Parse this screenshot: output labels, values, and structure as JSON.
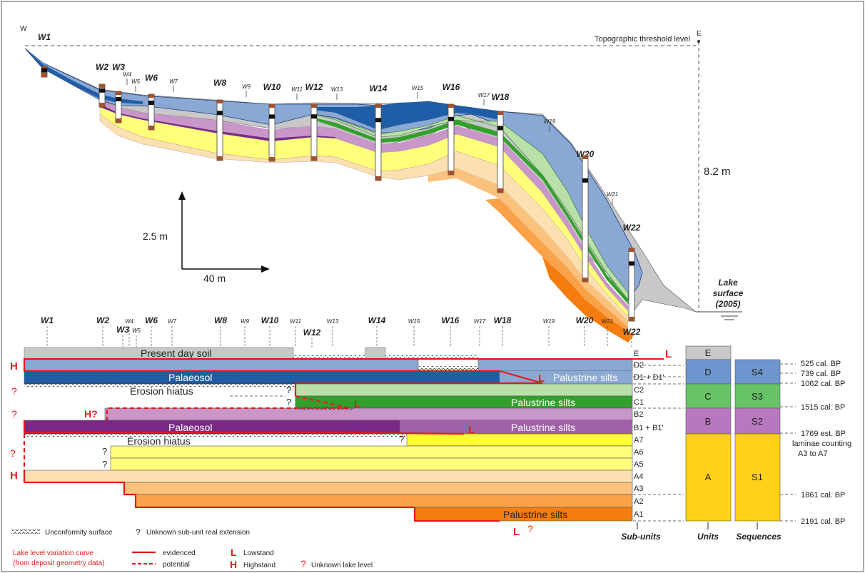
{
  "section": {
    "west_label": "W",
    "east_label": "E",
    "threshold_label": "Topographic threshold level",
    "height_label": "8.2 m",
    "scale_vertical": "2.5 m",
    "scale_horizontal": "40 m",
    "lake_label": [
      "Lake",
      "surface",
      "(2005)"
    ],
    "well_labels": [
      {
        "id": "W1",
        "major": true
      },
      {
        "id": "W2",
        "major": true
      },
      {
        "id": "W3",
        "major": true
      },
      {
        "id": "W4",
        "major": false
      },
      {
        "id": "W5",
        "major": false
      },
      {
        "id": "W6",
        "major": true
      },
      {
        "id": "W7",
        "major": false
      },
      {
        "id": "W8",
        "major": true
      },
      {
        "id": "W9",
        "major": false
      },
      {
        "id": "W10",
        "major": true
      },
      {
        "id": "W11",
        "major": false
      },
      {
        "id": "W12",
        "major": true
      },
      {
        "id": "W13",
        "major": false
      },
      {
        "id": "W14",
        "major": true
      },
      {
        "id": "W15",
        "major": false
      },
      {
        "id": "W16",
        "major": true
      },
      {
        "id": "W17",
        "major": false
      },
      {
        "id": "W18",
        "major": true
      },
      {
        "id": "W19",
        "major": false
      },
      {
        "id": "W20",
        "major": true
      },
      {
        "id": "W21",
        "major": false
      },
      {
        "id": "W22",
        "major": true
      }
    ]
  },
  "strat": {
    "well_labels": [
      "W1",
      "W2",
      "W3",
      "W4",
      "W5",
      "W6",
      "W7",
      "W8",
      "W9",
      "W10",
      "W11",
      "W12",
      "W13",
      "W14",
      "W15",
      "W16",
      "W17",
      "W18",
      "W19",
      "W20",
      "W21",
      "W22"
    ],
    "bar_labels": {
      "present_soil": "Present day soil",
      "palaeosol_d": "Palaeosol",
      "palustrine_d": "Palustrine silts",
      "erosion_c": "Erosion hiatus",
      "palustrine_c": "Palustrine silts",
      "palaeosol_b": "Palaeosol",
      "palustrine_b": "Palustrine silts",
      "erosion_a": "Erosion hiatus",
      "palustrine_a": "Palustrine silts"
    },
    "subunits": [
      "E",
      "D2",
      "D1 + D1'",
      "C2",
      "C1",
      "B2",
      "B1 + B1'",
      "A7",
      "A6",
      "A5",
      "A4",
      "A3",
      "A2",
      "A1"
    ],
    "units": [
      "E",
      "D",
      "C",
      "B",
      "A"
    ],
    "sequences": [
      "S4",
      "S3",
      "S2",
      "S1"
    ],
    "ages": [
      "525 cal. BP",
      "739 cal. BP",
      "1062 cal. BP",
      "1515 cal. BP",
      "1769 est. BP",
      "laminae counting",
      "A3 to A7",
      "1861 cal. BP",
      "2191 cal. BP"
    ],
    "curve_marks": {
      "L": "L",
      "H": "H",
      "Q": "?",
      "HQ": "H?"
    },
    "column_titles": {
      "subunits": "Sub-units",
      "units": "Units",
      "sequences": "Sequences"
    }
  },
  "legend": {
    "unconformity": "Unconformity surface",
    "unknown_extension": "Unknown sub-unit real extension",
    "question_mark": "?",
    "curve_title_1": "Lake level variation curve",
    "curve_title_2": "(from deposit geometry data)",
    "evidenced": "evidenced",
    "potential": "potential",
    "lowstand_symbol": "L",
    "lowstand": "Lowstand",
    "highstand_symbol": "H",
    "highstand": "Highstand",
    "unknown_level_symbol": "?",
    "unknown_level": "Unknown lake level"
  },
  "colors": {
    "soil": "#c8c8c8",
    "D": "#8aa8d4",
    "D_dark": "#1f5ea6",
    "C_light": "#b8e0a8",
    "C_dark": "#33a02c",
    "B_light": "#c896c8",
    "B_dark": "#7a2a86",
    "A_yellow": "#ffff7a",
    "A4": "#fde0b0",
    "A3": "#fbc27e",
    "A2": "#f9a24a",
    "A1": "#f57d10",
    "curve": "#e31a1c"
  }
}
